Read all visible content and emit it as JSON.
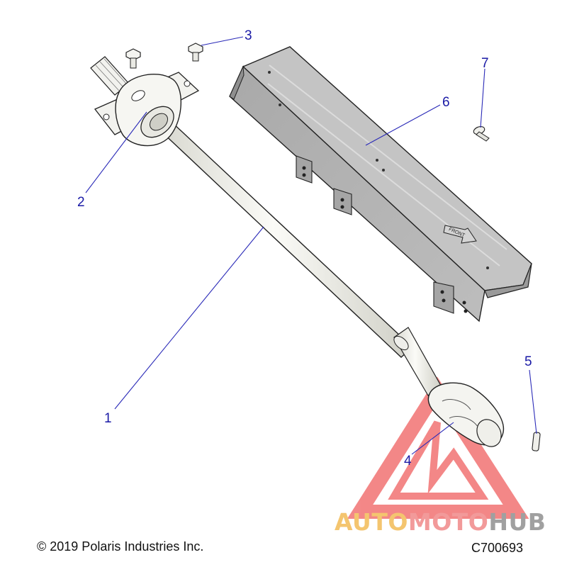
{
  "callouts": [
    {
      "id": "1",
      "part": "prop-shaft"
    },
    {
      "id": "2",
      "part": "carrier-bearing"
    },
    {
      "id": "3",
      "part": "bolt"
    },
    {
      "id": "4",
      "part": "cv-joint"
    },
    {
      "id": "5",
      "part": "pin"
    },
    {
      "id": "6",
      "part": "shield-plate"
    },
    {
      "id": "7",
      "part": "screw"
    }
  ],
  "shield_label": "FRONT",
  "footer": {
    "copyright": "© 2019 Polaris Industries Inc.",
    "drawing_code": "C700693"
  },
  "watermark": {
    "part1": "AUTO",
    "part2": "MOTO",
    "part3": "HUB"
  },
  "colors": {
    "callout": "#1a1aa6",
    "shield": "#b4b4b4",
    "shaft": "#f2f2ec",
    "watermark_triangle": "#ee5555"
  }
}
